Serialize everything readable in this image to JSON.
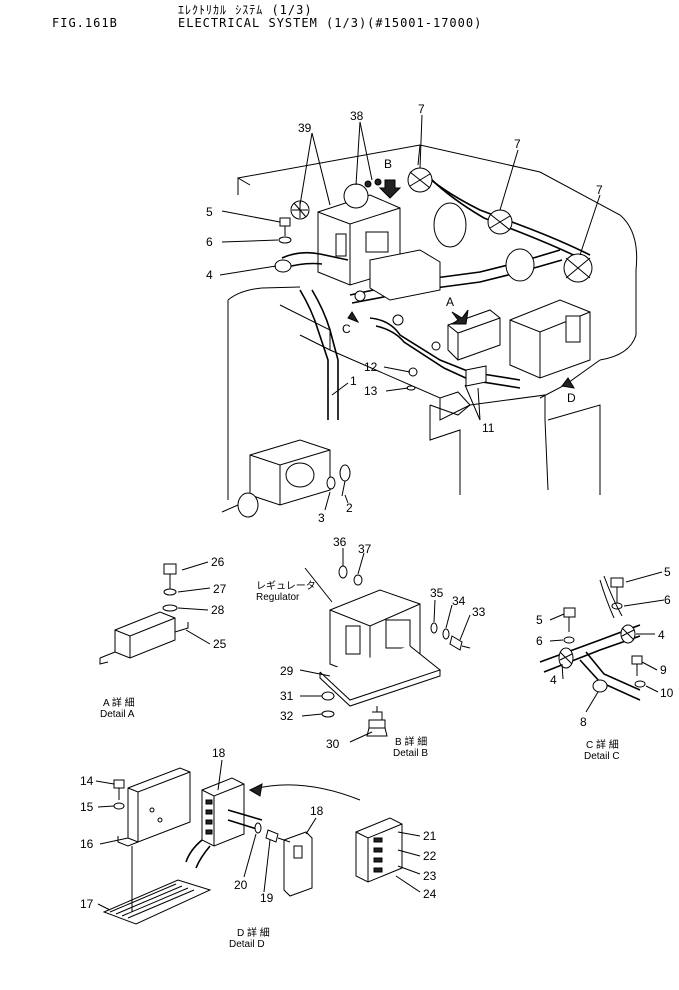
{
  "header": {
    "fig": "FIG.161B",
    "title_jp": "ｴﾚｸﾄﾘｶﾙ ｼｽﾃﾑ (1/3)",
    "title_en": "ELECTRICAL SYSTEM (1/3)(#15001-17000)"
  },
  "callouts": {
    "main": [
      "39",
      "38",
      "7",
      "7",
      "7",
      "5",
      "6",
      "4",
      "12",
      "13",
      "1",
      "11",
      "2",
      "3"
    ],
    "view_letters": [
      "B",
      "A",
      "C",
      "D"
    ]
  },
  "detail_a": {
    "parts": [
      "26",
      "27",
      "28",
      "25"
    ],
    "caption_jp": "A 詳 細",
    "caption_en": "Detail A"
  },
  "detail_b": {
    "parts": [
      "36",
      "37",
      "35",
      "34",
      "33",
      "29",
      "31",
      "32",
      "30"
    ],
    "regulator_jp": "レギュレータ",
    "regulator_en": "Regulator",
    "caption_jp": "B 詳 細",
    "caption_en": "Detail B"
  },
  "detail_c": {
    "parts": [
      "5",
      "6",
      "5",
      "6",
      "4",
      "4",
      "9",
      "10",
      "8"
    ],
    "caption_jp": "C 詳 細",
    "caption_en": "Detail C"
  },
  "detail_d": {
    "parts": [
      "18",
      "14",
      "15",
      "16",
      "17",
      "18",
      "21",
      "22",
      "23",
      "24",
      "20",
      "19"
    ],
    "caption_jp": "D 詳 細",
    "caption_en": "Detail D"
  }
}
